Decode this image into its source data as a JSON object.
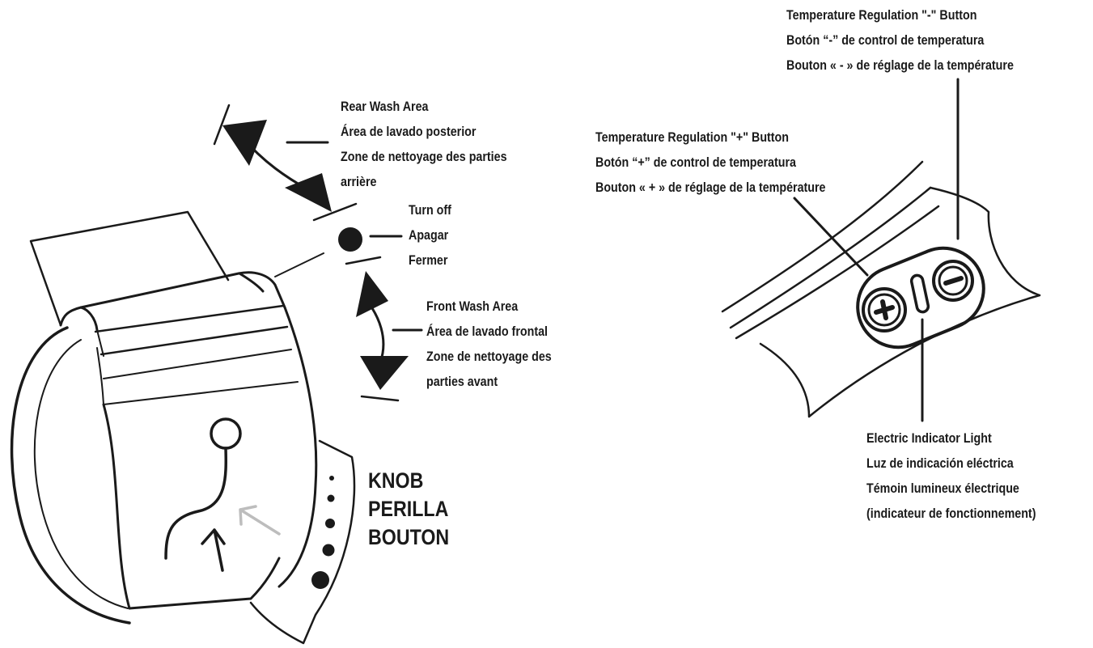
{
  "labels": {
    "rear_wash": [
      "Rear Wash Area",
      "Área de lavado posterior",
      "Zone de nettoyage des parties",
      "arrière"
    ],
    "turn_off": [
      "Turn off",
      "Apagar",
      "Fermer"
    ],
    "front_wash": [
      "Front Wash Area",
      "Área de lavado frontal",
      "Zone de nettoyage des",
      "parties avant"
    ],
    "knob": [
      "KNOB",
      "PERILLA",
      "BOUTON"
    ],
    "temp_minus": [
      "Temperature Regulation \"-\" Button",
      "Botón “-” de control de temperatura",
      "Bouton « - » de réglage de la température"
    ],
    "temp_plus": [
      "Temperature Regulation \"+\" Button",
      "Botón “+” de control de temperatura",
      "Bouton « + » de réglage de la température"
    ],
    "indicator": [
      "Electric Indicator Light",
      "Luz de indicación eléctrica",
      "Témoin lumineux électrique",
      "(indicateur de fonctionnement)"
    ]
  },
  "colors": {
    "ink": "#1a1a1a",
    "faded_arrow": "#bdbdbd",
    "background": "#ffffff"
  },
  "icons": [
    "plus-icon",
    "minus-icon",
    "indicator-light-icon",
    "off-dot-icon",
    "rear-arrow-icon",
    "front-arrow-icon",
    "direction-arrow-icon"
  ]
}
